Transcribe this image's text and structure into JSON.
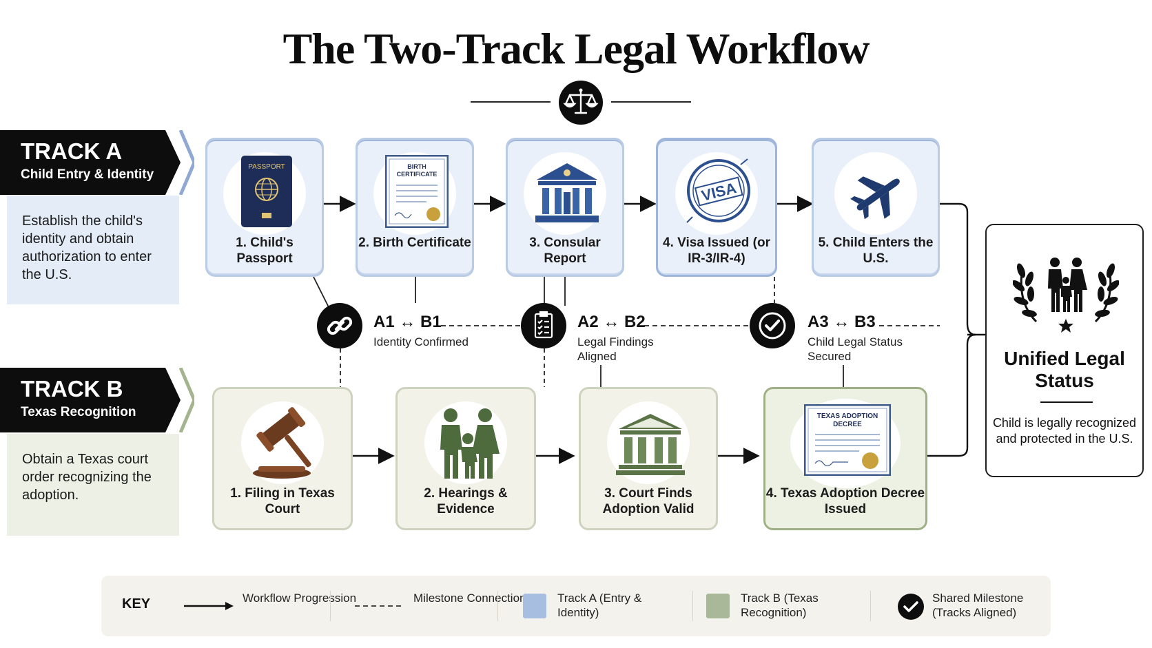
{
  "title": "The Two-Track Legal Workflow",
  "colors": {
    "track_a": "#a8bee0",
    "track_b": "#a9b899",
    "dark": "#0d0d0d"
  },
  "track_a": {
    "label": "TRACK A",
    "subtitle": "Child Entry & Identity",
    "description": "Establish the child's identity and obtain authorization to enter the U.S.",
    "steps": [
      {
        "label": "1. Child's Passport",
        "icon": "passport-icon",
        "icon_text": "PASSPORT"
      },
      {
        "label": "2. Birth Certificate",
        "icon": "birth-certificate-icon",
        "icon_text": "BIRTH CERTIFICATE"
      },
      {
        "label": "3. Consular Report",
        "icon": "consulate-building-icon"
      },
      {
        "label": "4. Visa Issued (or IR-3/IR-4)",
        "icon": "visa-stamp-icon",
        "icon_text": "VISA"
      },
      {
        "label": "5. Child Enters the U.S.",
        "icon": "airplane-icon"
      }
    ]
  },
  "track_b": {
    "label": "TRACK B",
    "subtitle": "Texas Recognition",
    "description": "Obtain a Texas court order recognizing the adoption.",
    "steps": [
      {
        "label": "1. Filing in Texas Court",
        "icon": "gavel-icon"
      },
      {
        "label": "2. Hearings & Evidence",
        "icon": "family-icon"
      },
      {
        "label": "3. Court Finds Adoption Valid",
        "icon": "courthouse-icon"
      },
      {
        "label": "4. Texas Adoption Decree Issued",
        "icon": "adoption-decree-icon",
        "icon_text": "TEXAS ADOPTION DECREE"
      }
    ]
  },
  "milestones": [
    {
      "code": "A1 ↔ B1",
      "text": "Identity Confirmed",
      "icon": "link-icon"
    },
    {
      "code": "A2 ↔ B2",
      "text": "Legal Findings Aligned",
      "icon": "checklist-icon"
    },
    {
      "code": "A3 ↔ B3",
      "text": "Child Legal Status Secured",
      "icon": "checkmark-icon"
    }
  ],
  "outcome": {
    "title": "Unified Legal Status",
    "description": "Child is legally recognized and protected in the U.S.",
    "icon": "laurel-family-icon"
  },
  "key": {
    "title": "KEY",
    "items": [
      {
        "label": "Workflow Progression",
        "symbol": "arrow"
      },
      {
        "label": "Milestone Connection",
        "symbol": "dashed-line"
      },
      {
        "label": "Track A (Entry & Identity)",
        "symbol": "blue-square"
      },
      {
        "label": "Track B (Texas Recognition)",
        "symbol": "green-square"
      },
      {
        "label": "Shared Milestone (Tracks Aligned)",
        "symbol": "check-circle"
      }
    ]
  }
}
